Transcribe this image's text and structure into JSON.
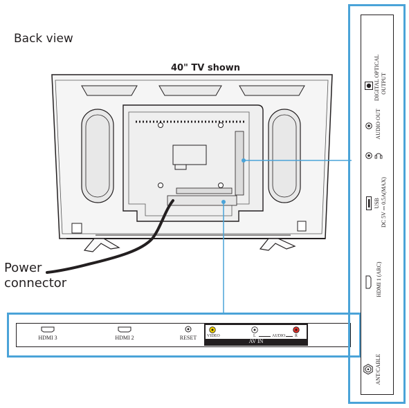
{
  "heading": "Back view",
  "tv_caption": "40\" TV shown",
  "power_label": [
    "Power",
    "connector"
  ],
  "bottom_panel": {
    "hdmi3": "HDMI 3",
    "hdmi2": "HDMI 2",
    "reset": "RESET",
    "video": "VIDEO",
    "audio_l": "L",
    "audio_word": "AUDIO",
    "audio_r": "R",
    "av_in": "AV IN"
  },
  "side_panel": {
    "digital_optical": [
      "DIGITAL OPTICAL",
      "OUTPUT"
    ],
    "audio_out": "AUDIO OUT",
    "usb": [
      "USB",
      "DC 5V ⎓ 0.5A(MAX)"
    ],
    "hdmi1": "HDMI 1 (ARC)",
    "ant_cable": "ANT/CABLE"
  },
  "colors": {
    "callout_blue": "#4aa3d8",
    "line_gray": "#231f20",
    "tv_fill": "#f4f4f4",
    "video_yellow": "#f2d400",
    "audio_red": "#e0312b"
  }
}
